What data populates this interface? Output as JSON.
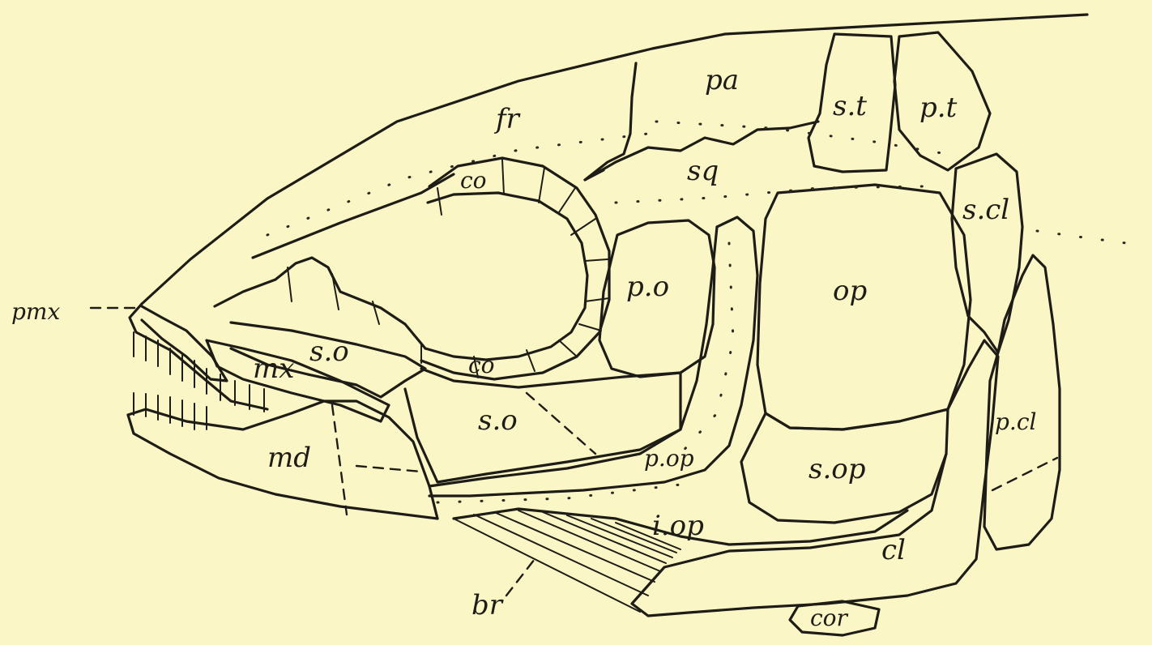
{
  "labels": {
    "pa": "pa",
    "fr": "fr",
    "st": "s.t",
    "pt": "p.t",
    "sq": "sq",
    "co_top": "co",
    "scl": "s.cl",
    "po": "p.o",
    "op": "op",
    "pmx": "pmx",
    "so_upper": "s.o",
    "mx": "mx",
    "co_bottom": "co",
    "pcl": "p.cl",
    "so_lower": "s.o",
    "md": "md",
    "pop": "p.op",
    "sop": "s.op",
    "iop": "i.op",
    "cl": "cl",
    "br": "br",
    "cor": "cor"
  },
  "colors": {
    "paper": "#fbf6c6",
    "ink": "#1e1c16"
  }
}
